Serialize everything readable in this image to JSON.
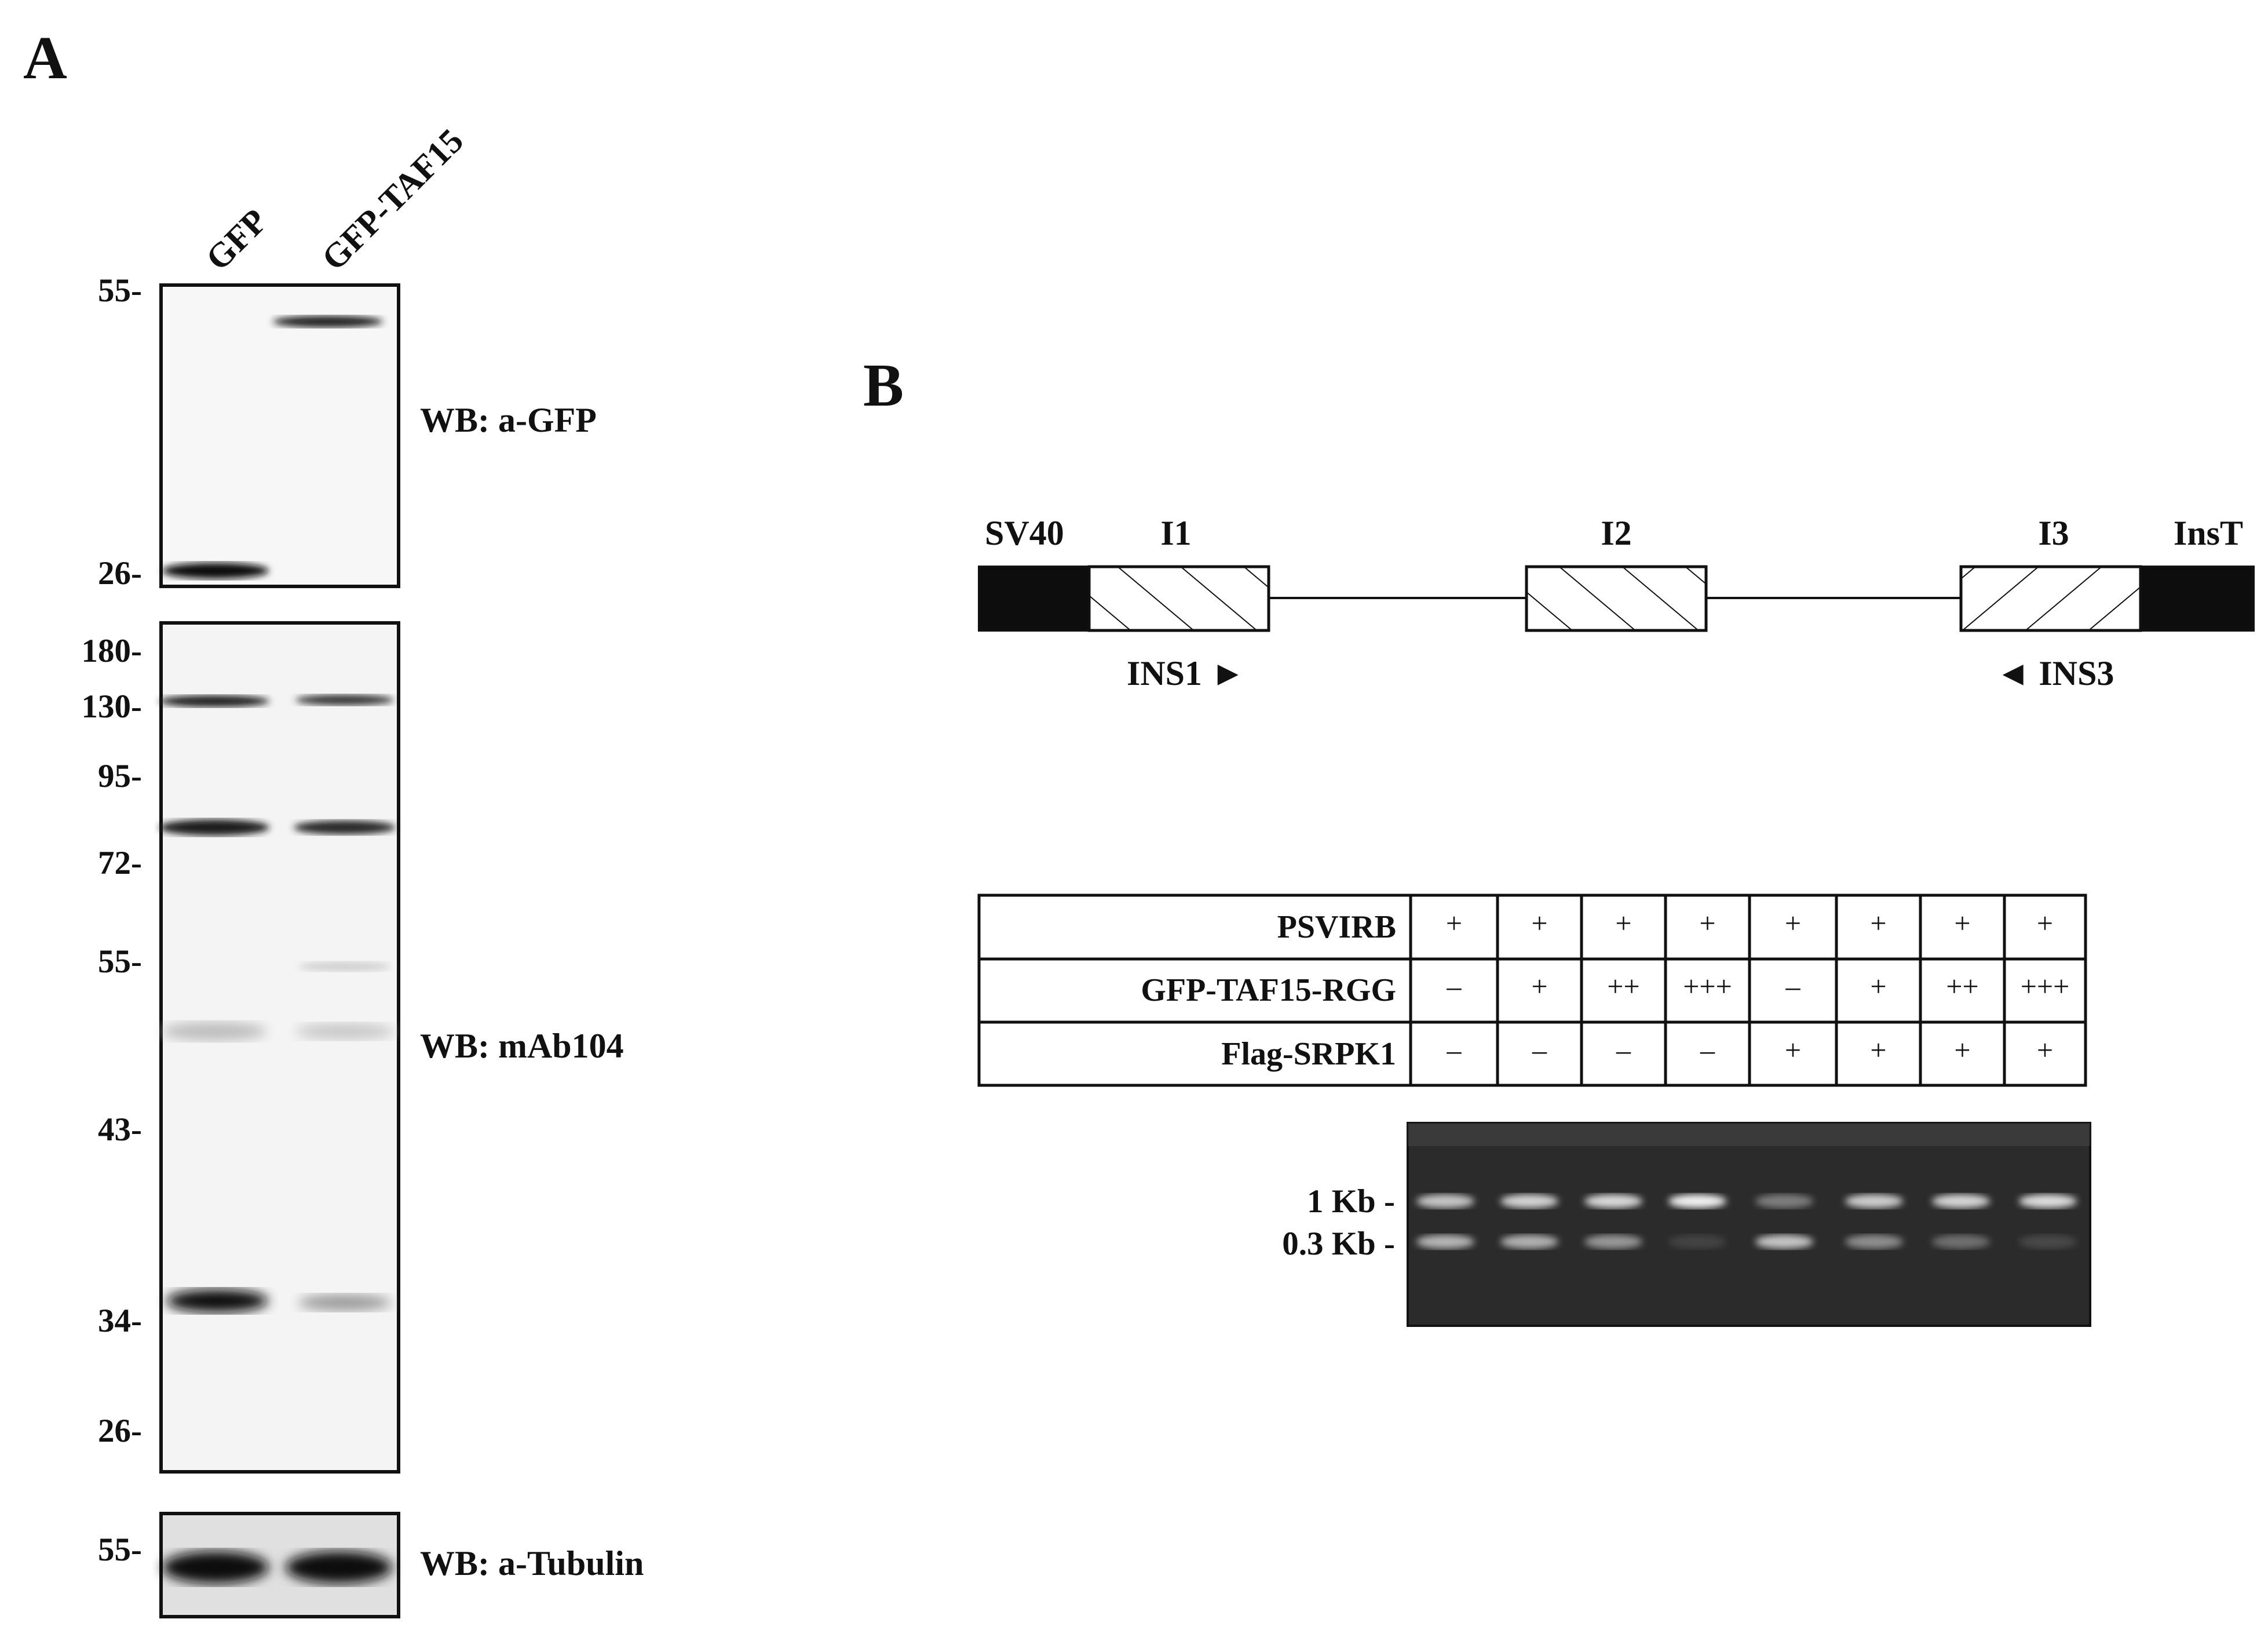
{
  "panels": {
    "a": "A",
    "b": "B"
  },
  "lanes": [
    "GFP",
    "GFP-TAF15"
  ],
  "blot_gfp": {
    "label": "WB: a-GFP",
    "markers": [
      "55-",
      "26-"
    ]
  },
  "blot_mab": {
    "label": "WB: mAb104",
    "markers": [
      "180-",
      "130-",
      "95-",
      "72-",
      "55-",
      "43-",
      "34-",
      "26-"
    ]
  },
  "blot_tub": {
    "label": "WB: a-Tubulin",
    "markers": [
      "55-"
    ]
  },
  "construct": {
    "regions": [
      "SV40",
      "I1",
      "I2",
      "I3",
      "InsT"
    ],
    "primers": [
      "INS1 ►",
      "◄ INS3"
    ]
  },
  "table": {
    "rows": [
      {
        "label": "PSVIRB",
        "values": [
          "+",
          "+",
          "+",
          "+",
          "+",
          "+",
          "+",
          "+"
        ]
      },
      {
        "label": "GFP-TAF15-RGG",
        "values": [
          "–",
          "+",
          "++",
          "+++",
          "–",
          "+",
          "++",
          "+++"
        ]
      },
      {
        "label": "Flag-SRPK1",
        "values": [
          "–",
          "–",
          "–",
          "–",
          "+",
          "+",
          "+",
          "+"
        ]
      }
    ]
  },
  "gel": {
    "markers": [
      "1 Kb -",
      "0.3 Kb -"
    ]
  },
  "colors": {
    "ink": "#111111",
    "gel": "#2a2a2a",
    "blot_bg": "#f6f6f6"
  }
}
